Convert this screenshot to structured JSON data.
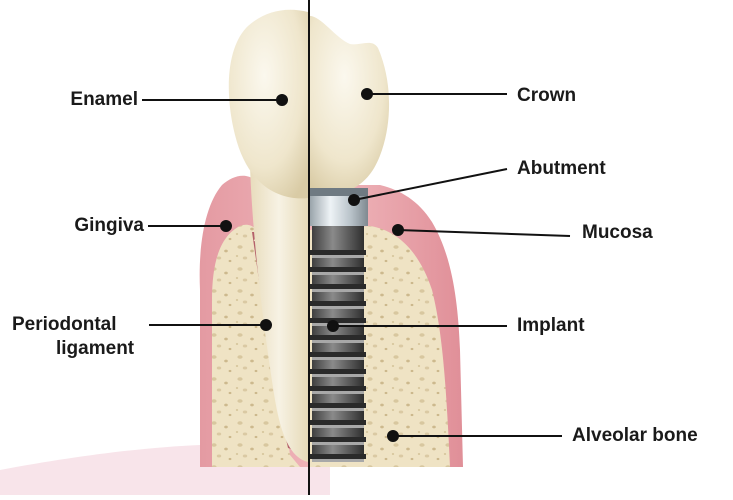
{
  "labels": {
    "enamel": "Enamel",
    "gingiva": "Gingiva",
    "periodontal_1": "Periodontal",
    "periodontal_2": "ligament",
    "crown": "Crown",
    "abutment": "Abutment",
    "mucosa": "Mucosa",
    "implant": "Implant",
    "alveolar_bone": "Alveolar bone"
  },
  "colors": {
    "gum": "#e7a0a6",
    "gum_dark": "#d77f89",
    "bone": "#efe3c4",
    "tooth": "#f3ecd8",
    "implant": "#5d5d5d",
    "abutment": "#c9d2d8",
    "leader": "#111111"
  }
}
